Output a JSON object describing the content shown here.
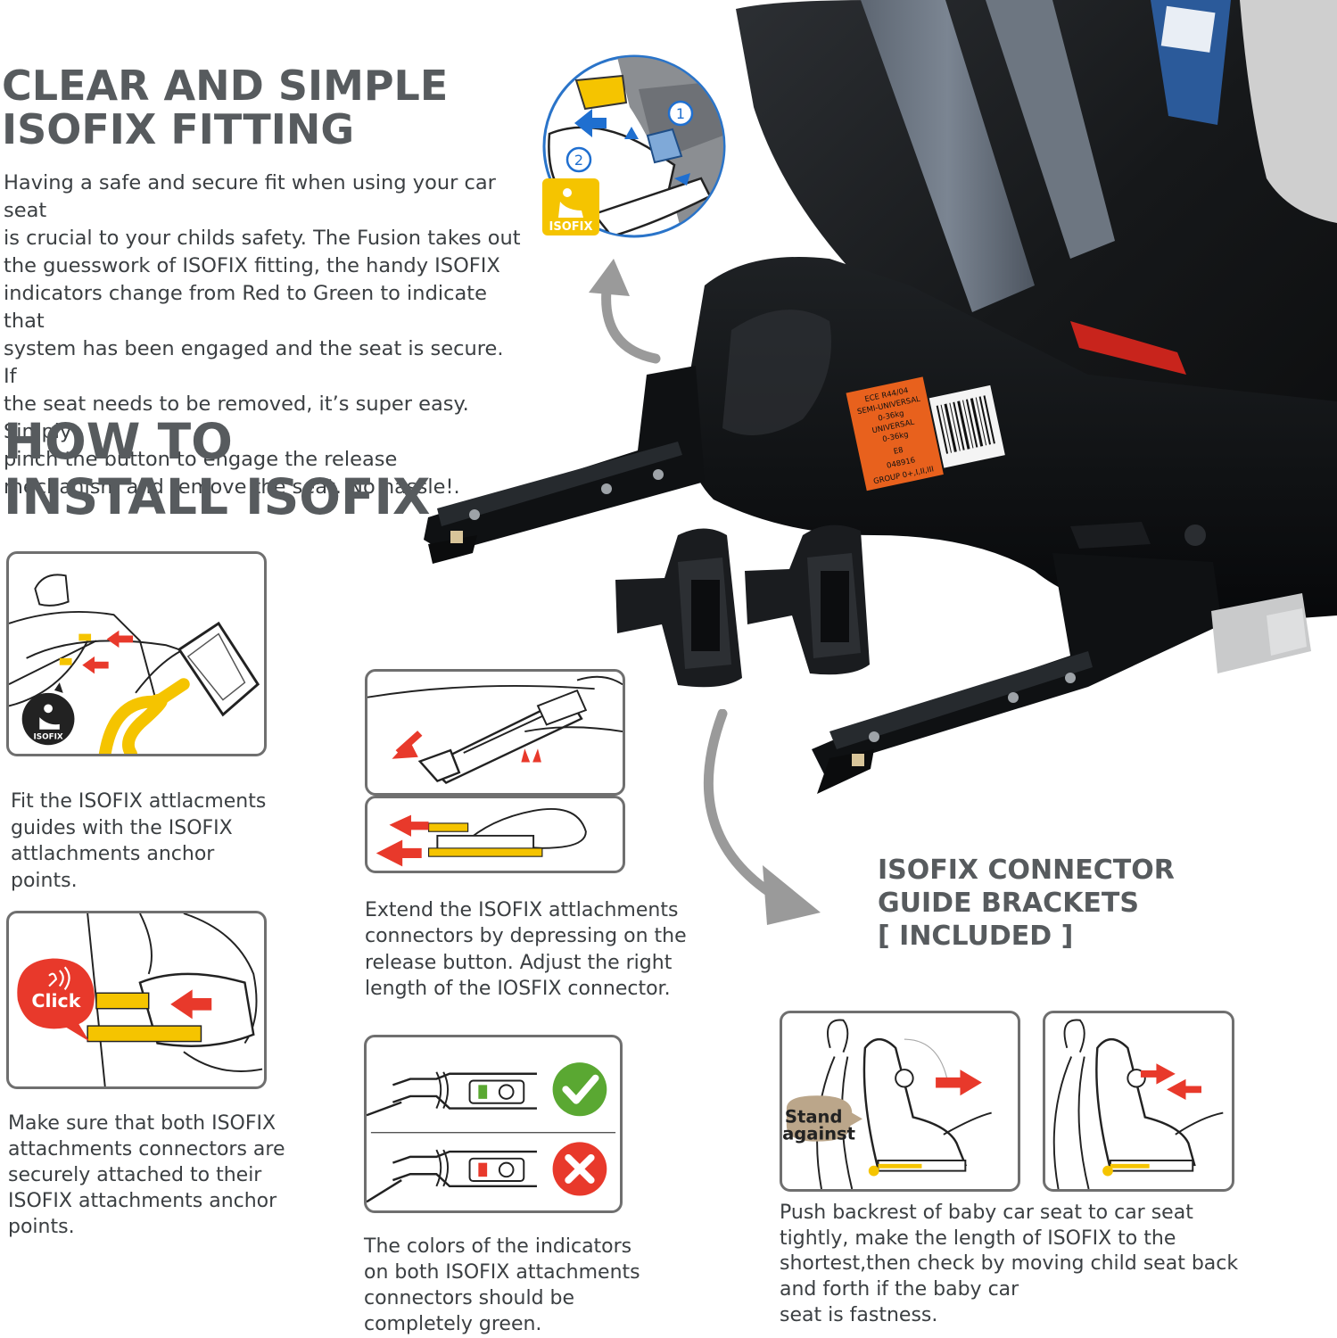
{
  "intro": {
    "title_line1": "CLEAR AND SIMPLE",
    "title_line2": "ISOFIX FITTING",
    "body": [
      "Having a safe and secure fit when using your car seat",
      "is crucial to your childs safety. The Fusion takes out",
      "the guesswork of ISOFIX fitting, the handy ISOFIX",
      "indicators change from Red to Green to indicate that",
      "system has been engaged and the seat is secure. If",
      "the seat needs to be removed, it’s super easy. Simply",
      "pinch the button to engage the release",
      "mechanism and remove the seat. No hassle!."
    ]
  },
  "howto": {
    "title_line1": "HOW TO",
    "title_line2": "INSTALL ISOFIX"
  },
  "steps": {
    "step1": [
      "Fit the ISOFIX attlacments",
      "guides with the ISOFIX",
      "attlachments anchor points."
    ],
    "step2": [
      "Make sure that both ISOFIX",
      "attachments connectors are",
      "securely attached to their",
      "ISOFIX attachments anchor",
      "points."
    ],
    "step3": [
      "Extend the ISOFIX attlachments",
      "connectors by depressing on the",
      "release button. Adjust the right",
      "length of the IOSFIX connector."
    ],
    "step4": [
      "The colors of the indicators",
      "on both ISOFIX attachments",
      "connectors should be",
      "completely green."
    ],
    "step5": [
      "Push backrest of baby car seat to car seat",
      "tightly, make the length of ISOFIX to the",
      "shortest,then check by moving child seat back",
      "and forth if the baby car",
      "seat is fastness."
    ]
  },
  "brackets": {
    "line1": "ISOFIX CONNECTOR",
    "line2": "GUIDE BRACKETS",
    "line3": "[ INCLUDED ]"
  },
  "icons": {
    "isofix_badge": "ISOFIX",
    "click_bubble": "Click",
    "stand_line1": "Stand",
    "stand_line2": "against",
    "num1": "1",
    "num2": "2"
  },
  "label": {
    "lines": [
      "ECE R44/04",
      "SEMI-UNIVERSAL",
      "0-36kg",
      "UNIVERSAL",
      "0-36kg",
      "E8",
      "048916",
      "GROUP 0+,I,II,III"
    ]
  },
  "colors": {
    "isofix_yellow": "#f5c400",
    "arrow_red": "#e8392b",
    "ok_green": "#5aa832",
    "bad_red": "#e8392b",
    "label_orange": "#e8611d",
    "arrow_grey": "#9a9a9a"
  }
}
